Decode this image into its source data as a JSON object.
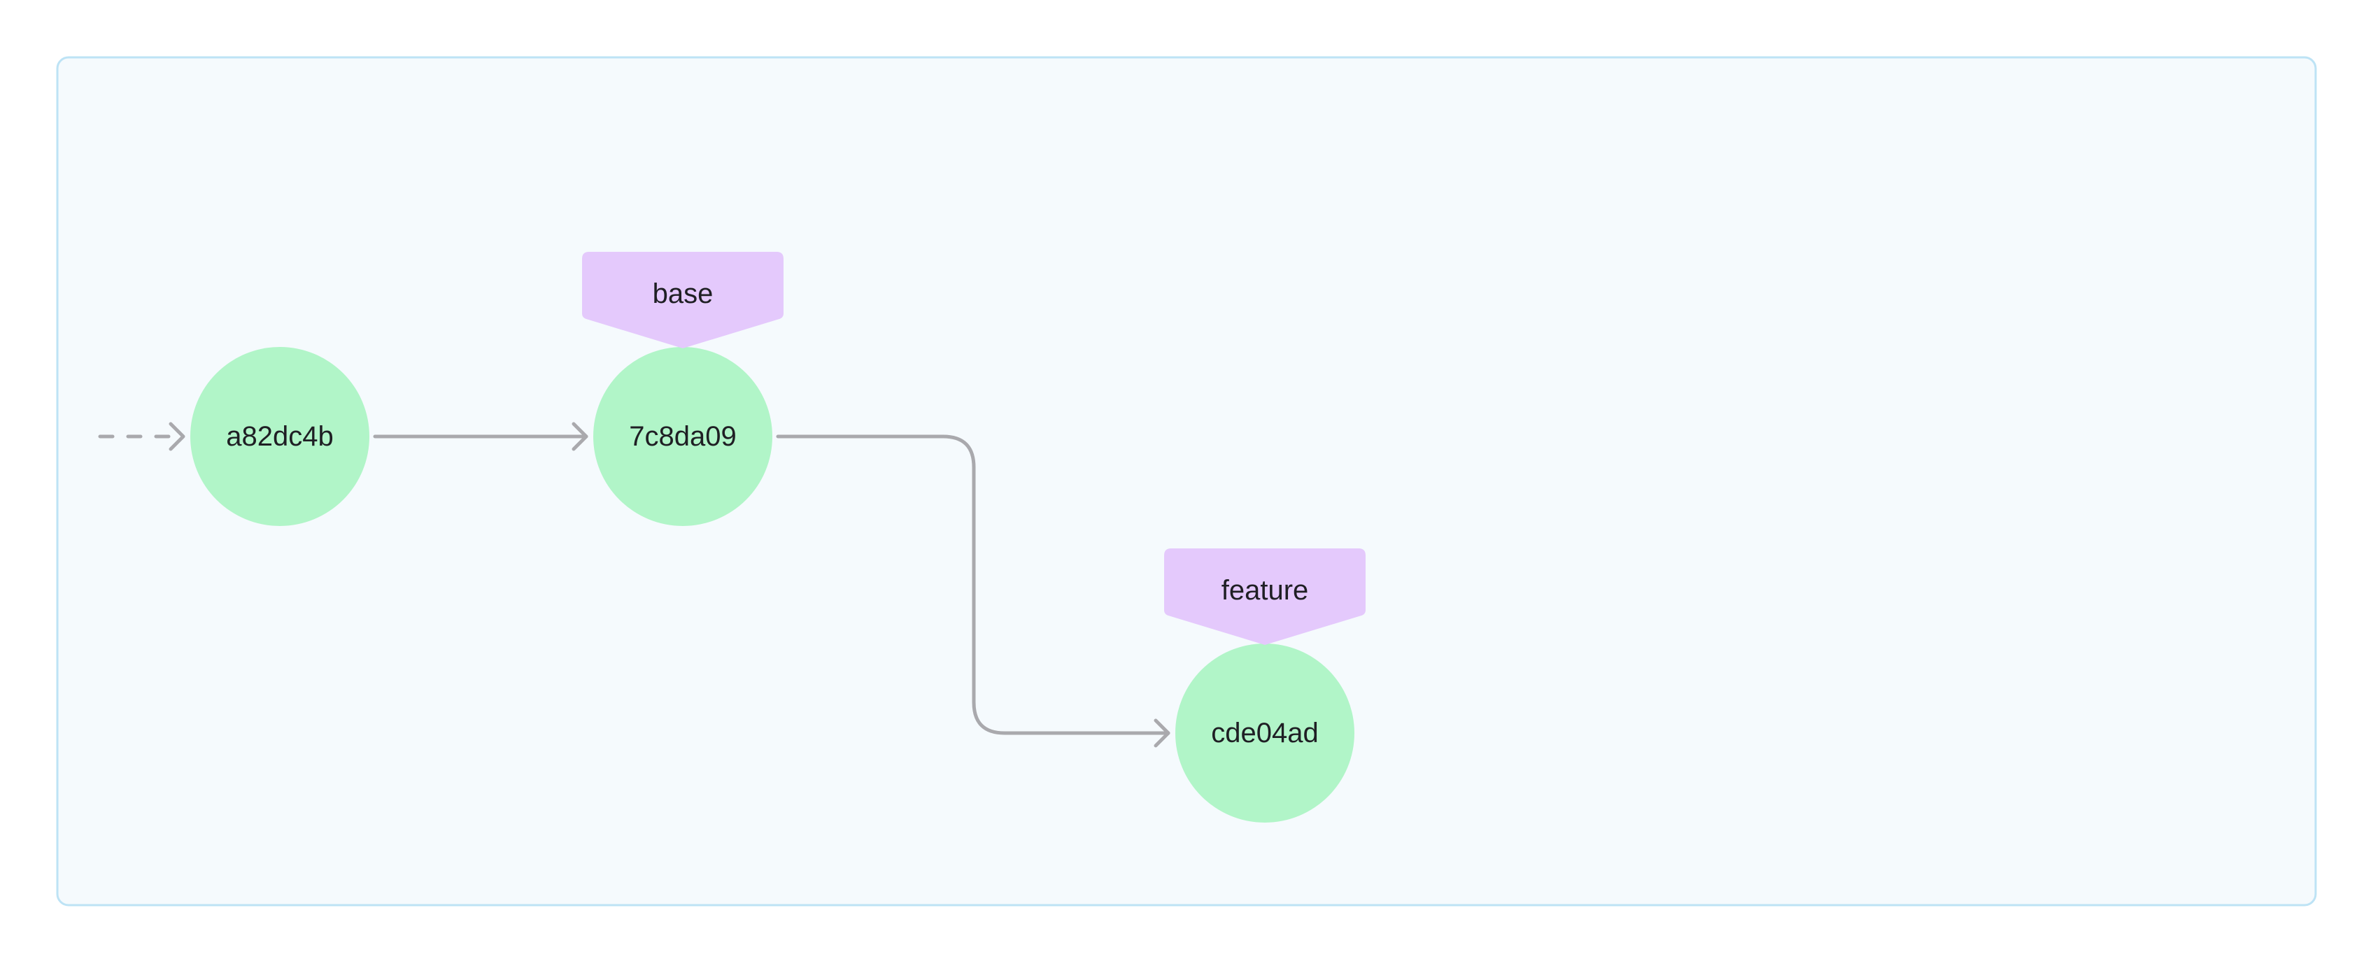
{
  "colors": {
    "page_background": "#ffffff",
    "panel_background": "#f5fafd",
    "panel_border": "#bde3f5",
    "commit_fill": "#b1f5c8",
    "label_fill": "#e4c9fc",
    "edge": "#a9a9ad",
    "text": "#1f1f24"
  },
  "commits": [
    {
      "id": "a82dc4b"
    },
    {
      "id": "7c8da09"
    },
    {
      "id": "cde04ad"
    }
  ],
  "branches": [
    {
      "name": "base",
      "commit": "7c8da09"
    },
    {
      "name": "feature",
      "commit": "cde04ad"
    }
  ],
  "edges": [
    {
      "from": "",
      "to": "a82dc4b",
      "style": "dashed"
    },
    {
      "from": "a82dc4b",
      "to": "7c8da09",
      "style": "solid"
    },
    {
      "from": "7c8da09",
      "to": "cde04ad",
      "style": "solid"
    }
  ]
}
